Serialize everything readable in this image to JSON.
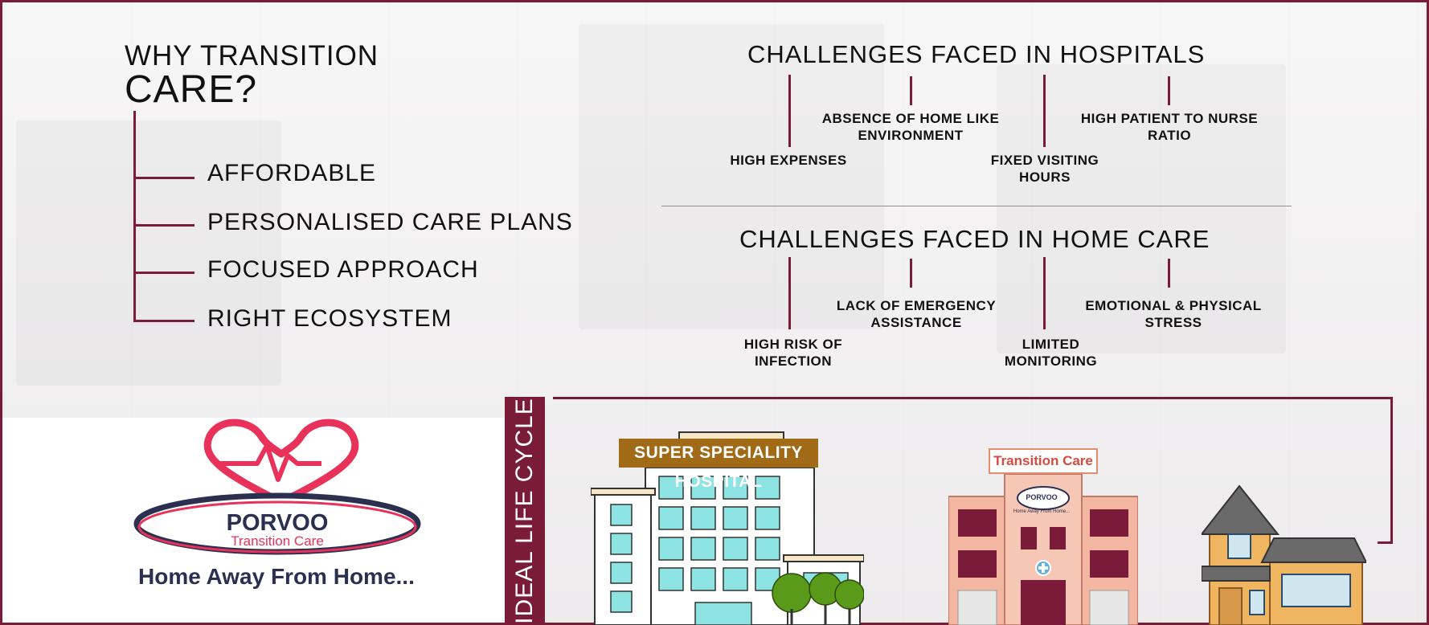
{
  "why": {
    "title_line1": "WHY TRANSITION",
    "title_line2": "CARE?",
    "items": [
      "AFFORDABLE",
      "PERSONALISED CARE PLANS",
      "FOCUSED APPROACH",
      "RIGHT ECOSYSTEM"
    ]
  },
  "hospitals": {
    "title": "CHALLENGES FACED IN HOSPITALS",
    "items": [
      {
        "label": "HIGH EXPENSES"
      },
      {
        "label": "ABSENCE OF HOME LIKE ENVIRONMENT"
      },
      {
        "label": "FIXED VISITING HOURS"
      },
      {
        "label": "HIGH PATIENT TO NURSE RATIO"
      }
    ]
  },
  "homecare": {
    "title": "CHALLENGES FACED IN HOME CARE",
    "items": [
      {
        "label": "HIGH RISK OF INFECTION"
      },
      {
        "label": "LACK OF EMERGENCY ASSISTANCE"
      },
      {
        "label": "LIMITED MONITORING"
      },
      {
        "label": "EMOTIONAL & PHYSICAL STRESS"
      }
    ]
  },
  "brand": {
    "name": "PORVOO",
    "sub": "Transition Care",
    "tagline": "Home Away From Home...",
    "colors": {
      "maroon": "#7a1b3a",
      "pink": "#e8325a",
      "navy": "#2c3050"
    }
  },
  "lifecycle": {
    "vertical_label": "IDEAL LIFE CYCLE",
    "hospital_sign": "SUPER SPECIALITY HOSPITAL",
    "transition_sign": "Transition Care",
    "mini_logo_name": "PORVOO",
    "mini_logo_tagline": "Home Away From Home..."
  }
}
